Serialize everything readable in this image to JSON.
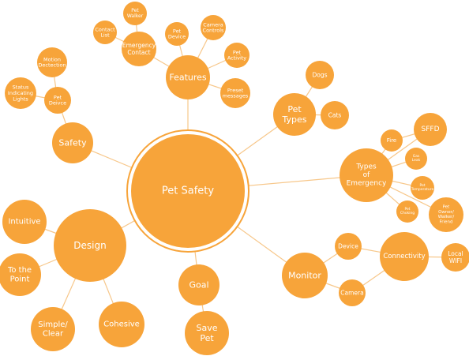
{
  "diagram": {
    "fill_color": "#F7A43A",
    "line_color": "#F7C78A",
    "text_color": "#FFFFFF",
    "center_ring_color": "#F7A43A",
    "nodes": [
      {
        "id": "pet-safety",
        "label": [
          "Pet Safety"
        ]
      },
      {
        "id": "features",
        "label": [
          "Features"
        ]
      },
      {
        "id": "emergency-contact",
        "label": [
          "Emergency",
          "Contact"
        ]
      },
      {
        "id": "pet-walker",
        "label": [
          "Pet",
          "Walker"
        ]
      },
      {
        "id": "contact-list",
        "label": [
          "Contact",
          "List"
        ]
      },
      {
        "id": "pet-device-features",
        "label": [
          "Pet",
          "Device"
        ]
      },
      {
        "id": "camera-controls",
        "label": [
          "Camera",
          "Controls"
        ]
      },
      {
        "id": "pet-activity",
        "label": [
          "Pet",
          "Activity"
        ]
      },
      {
        "id": "preset-messages",
        "label": [
          "Preset",
          "messages"
        ]
      },
      {
        "id": "safety",
        "label": [
          "Safety"
        ]
      },
      {
        "id": "motion-detection",
        "label": [
          "Motion",
          "Dectection"
        ]
      },
      {
        "id": "status-lights",
        "label": [
          "Status",
          "Indicating",
          "Lights"
        ]
      },
      {
        "id": "pet-device-safety",
        "label": [
          "Pet",
          "Deivce"
        ]
      },
      {
        "id": "pet-types",
        "label": [
          "Pet",
          "Types"
        ]
      },
      {
        "id": "dogs",
        "label": [
          "Dogs"
        ]
      },
      {
        "id": "cats",
        "label": [
          "Cats"
        ]
      },
      {
        "id": "types-of-emergency",
        "label": [
          "Types",
          "of",
          "Emergency"
        ]
      },
      {
        "id": "fire",
        "label": [
          "Fire"
        ]
      },
      {
        "id": "sffd",
        "label": [
          "SFFD"
        ]
      },
      {
        "id": "gas-leak",
        "label": [
          "Gas",
          "Leak"
        ]
      },
      {
        "id": "pet-temperature",
        "label": [
          "Pet",
          "Temperature"
        ]
      },
      {
        "id": "pet-choking",
        "label": [
          "Pet",
          "Choking"
        ]
      },
      {
        "id": "pet-owner",
        "label": [
          "Pet",
          "Owner/",
          "Walker/",
          "Friend"
        ]
      },
      {
        "id": "monitor",
        "label": [
          "Monitor"
        ]
      },
      {
        "id": "device",
        "label": [
          "Device"
        ]
      },
      {
        "id": "camera",
        "label": [
          "Camera"
        ]
      },
      {
        "id": "connectivity",
        "label": [
          "Connectivity"
        ]
      },
      {
        "id": "local-wifi",
        "label": [
          "Local",
          "WIFI"
        ]
      },
      {
        "id": "goal",
        "label": [
          "Goal"
        ]
      },
      {
        "id": "save-pet",
        "label": [
          "Save",
          "Pet"
        ]
      },
      {
        "id": "design",
        "label": [
          "Design"
        ]
      },
      {
        "id": "intuitive",
        "label": [
          "Intuitive"
        ]
      },
      {
        "id": "to-the-point",
        "label": [
          "To the",
          "Point"
        ]
      },
      {
        "id": "simple-clear",
        "label": [
          "Simple/",
          "Clear"
        ]
      },
      {
        "id": "cohesive",
        "label": [
          "Cohesive"
        ]
      }
    ],
    "edges": [
      [
        "pet-safety",
        "features"
      ],
      [
        "pet-safety",
        "safety"
      ],
      [
        "pet-safety",
        "pet-types"
      ],
      [
        "pet-safety",
        "types-of-emergency"
      ],
      [
        "pet-safety",
        "monitor"
      ],
      [
        "pet-safety",
        "goal"
      ],
      [
        "pet-safety",
        "design"
      ],
      [
        "features",
        "emergency-contact"
      ],
      [
        "features",
        "pet-device-features"
      ],
      [
        "features",
        "camera-controls"
      ],
      [
        "features",
        "pet-activity"
      ],
      [
        "features",
        "preset-messages"
      ],
      [
        "emergency-contact",
        "pet-walker"
      ],
      [
        "emergency-contact",
        "contact-list"
      ],
      [
        "safety",
        "pet-device-safety"
      ],
      [
        "pet-device-safety",
        "motion-detection"
      ],
      [
        "pet-device-safety",
        "status-lights"
      ],
      [
        "pet-types",
        "dogs"
      ],
      [
        "pet-types",
        "cats"
      ],
      [
        "types-of-emergency",
        "fire"
      ],
      [
        "types-of-emergency",
        "sffd"
      ],
      [
        "types-of-emergency",
        "gas-leak"
      ],
      [
        "types-of-emergency",
        "pet-temperature"
      ],
      [
        "types-of-emergency",
        "pet-choking"
      ],
      [
        "types-of-emergency",
        "pet-owner"
      ],
      [
        "fire",
        "sffd"
      ],
      [
        "monitor",
        "device"
      ],
      [
        "monitor",
        "camera"
      ],
      [
        "device",
        "connectivity"
      ],
      [
        "camera",
        "connectivity"
      ],
      [
        "connectivity",
        "local-wifi"
      ],
      [
        "goal",
        "save-pet"
      ],
      [
        "design",
        "intuitive"
      ],
      [
        "design",
        "to-the-point"
      ],
      [
        "design",
        "simple-clear"
      ],
      [
        "design",
        "cohesive"
      ]
    ]
  }
}
